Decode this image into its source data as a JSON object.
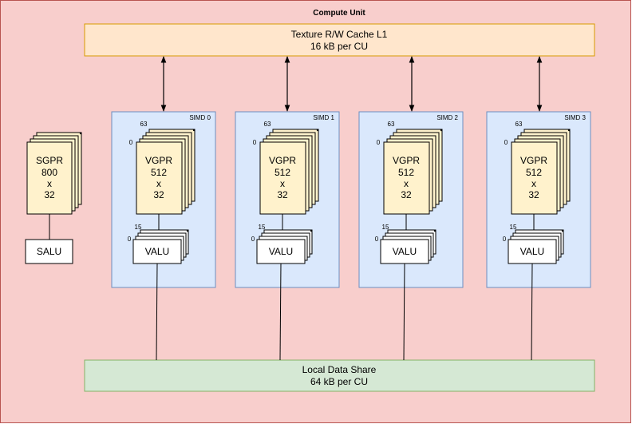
{
  "compute_unit": {
    "title": "Compute Unit",
    "fill": "#f8cecc",
    "stroke": "#b85450"
  },
  "cache": {
    "line1": "Texture R/W Cache L1",
    "line2": "16 kB per CU",
    "fill": "#ffe6cc",
    "stroke": "#d79b00"
  },
  "lds": {
    "line1": "Local Data Share",
    "line2": "64 kB per CU",
    "fill": "#d5e8d4",
    "stroke": "#82b366"
  },
  "sgpr": {
    "lines": [
      "SGPR",
      "800",
      "x",
      "32"
    ],
    "fill": "#fff2cc"
  },
  "salu": {
    "label": "SALU"
  },
  "simd_fill": "#dae8fc",
  "simd_stroke": "#6c8ebf",
  "simds": [
    {
      "title": "SIMD 0",
      "vgpr": [
        "VGPR",
        "512",
        "x",
        "32"
      ],
      "vgpr_top_index": "63",
      "vgpr_bottom_index": "0",
      "valu": "VALU",
      "valu_top_index": "15",
      "valu_bottom_index": "0"
    },
    {
      "title": "SIMD 1",
      "vgpr": [
        "VGPR",
        "512",
        "x",
        "32"
      ],
      "vgpr_top_index": "63",
      "vgpr_bottom_index": "0",
      "valu": "VALU",
      "valu_top_index": "15",
      "valu_bottom_index": "0"
    },
    {
      "title": "SIMD 2",
      "vgpr": [
        "VGPR",
        "512",
        "x",
        "32"
      ],
      "vgpr_top_index": "63",
      "vgpr_bottom_index": "0",
      "valu": "VALU",
      "valu_top_index": "15",
      "valu_bottom_index": "0"
    },
    {
      "title": "SIMD 3",
      "vgpr": [
        "VGPR",
        "512",
        "x",
        "32"
      ],
      "vgpr_top_index": "63",
      "vgpr_bottom_index": "0",
      "valu": "VALU",
      "valu_top_index": "15",
      "valu_bottom_index": "0"
    }
  ]
}
